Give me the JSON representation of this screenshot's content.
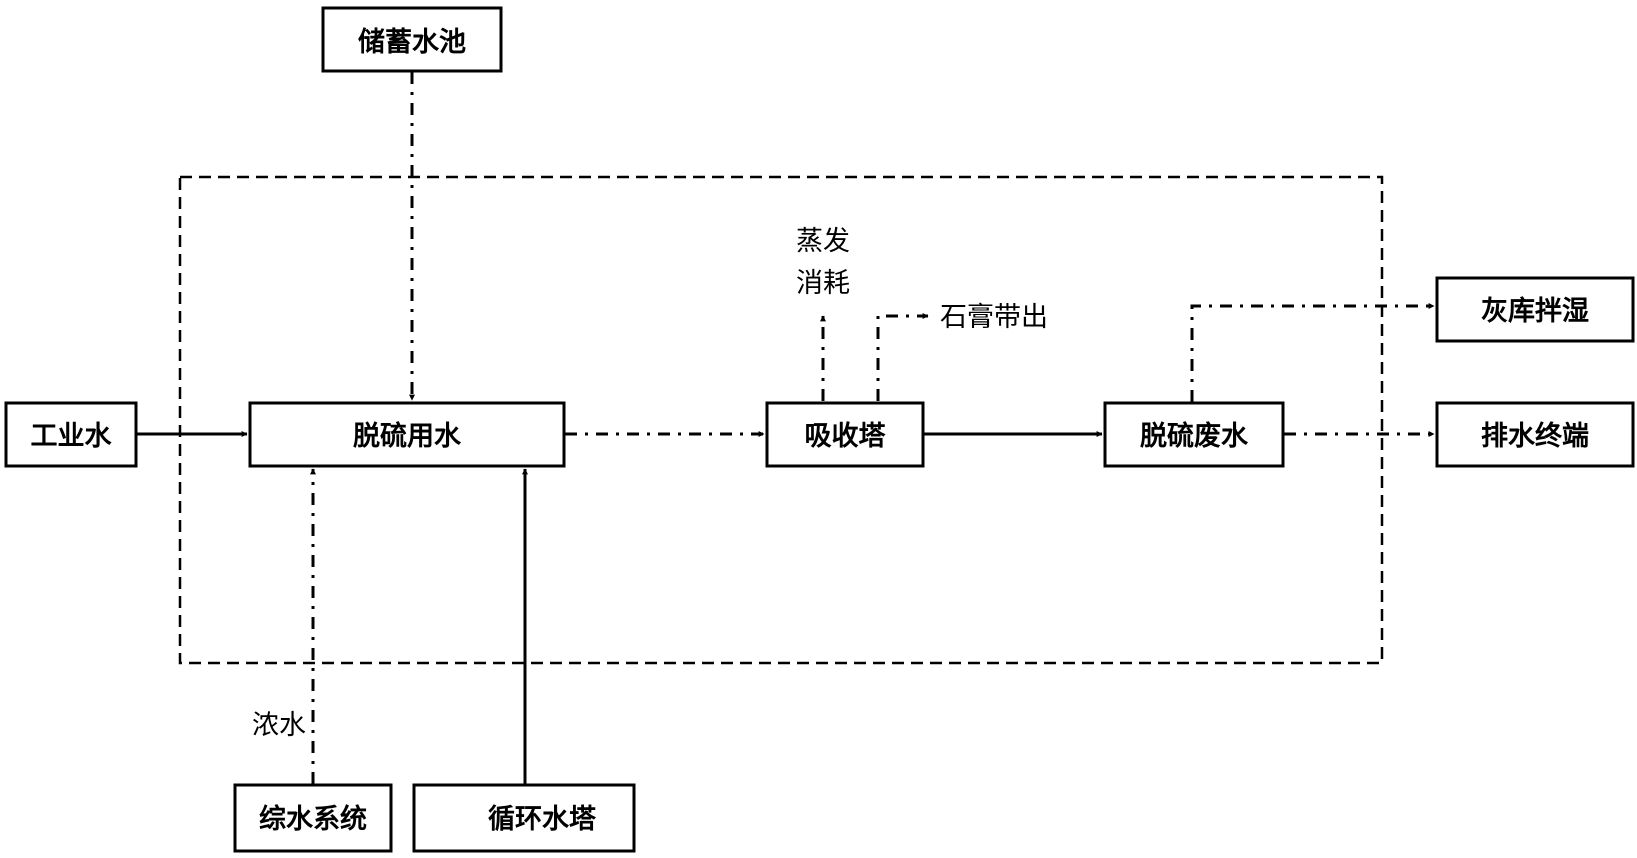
{
  "nodes": {
    "storage_pool": "储蓄水池",
    "industrial_water": "工业水",
    "desulfurization_water": "脱硫用水",
    "absorption_tower": "吸收塔",
    "desulfurization_wastewater": "脱硫废水",
    "ash_storage_mixing": "灰库拌湿",
    "drain_terminal": "排水终端",
    "comprehensive_water_system": "综水系统",
    "circulating_water_tower": "循环水塔"
  },
  "labels": {
    "evaporation_line1": "蒸发",
    "evaporation_line2": "消耗",
    "gypsum_carryout": "石膏带出",
    "concentrated_water": "浓水"
  }
}
